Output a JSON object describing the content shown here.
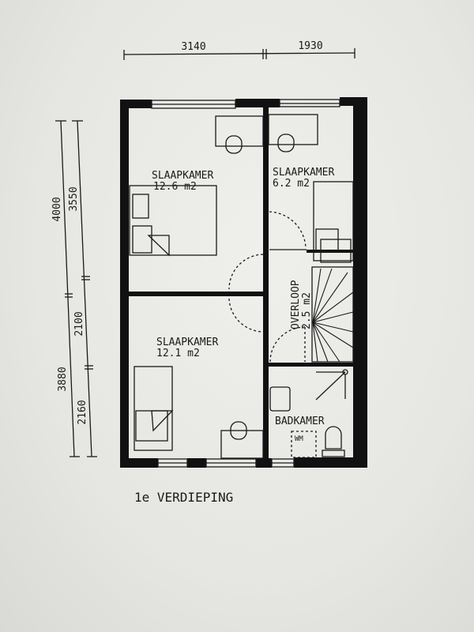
{
  "plan": {
    "caption": "1e VERDIEPING",
    "dimensions": {
      "top": [
        "3140",
        "1930"
      ],
      "left_outer": [
        "4000",
        "3880"
      ],
      "left_inner": [
        "3550",
        "2100",
        "2160"
      ]
    },
    "rooms": [
      {
        "name": "SLAAPKAMER",
        "area": "12.6 m2"
      },
      {
        "name": "SLAAPKAMER",
        "area": "6.2 m2"
      },
      {
        "name": "SLAAPKAMER",
        "area": "12.1 m2"
      },
      {
        "name": "OVERLOOP",
        "area": "2.5 m2"
      },
      {
        "name": "BADKAMER",
        "area": ""
      }
    ],
    "fixture_label": "WM",
    "colors": {
      "ink": "#1a1a1a",
      "paper": "#e9e9e6"
    }
  }
}
